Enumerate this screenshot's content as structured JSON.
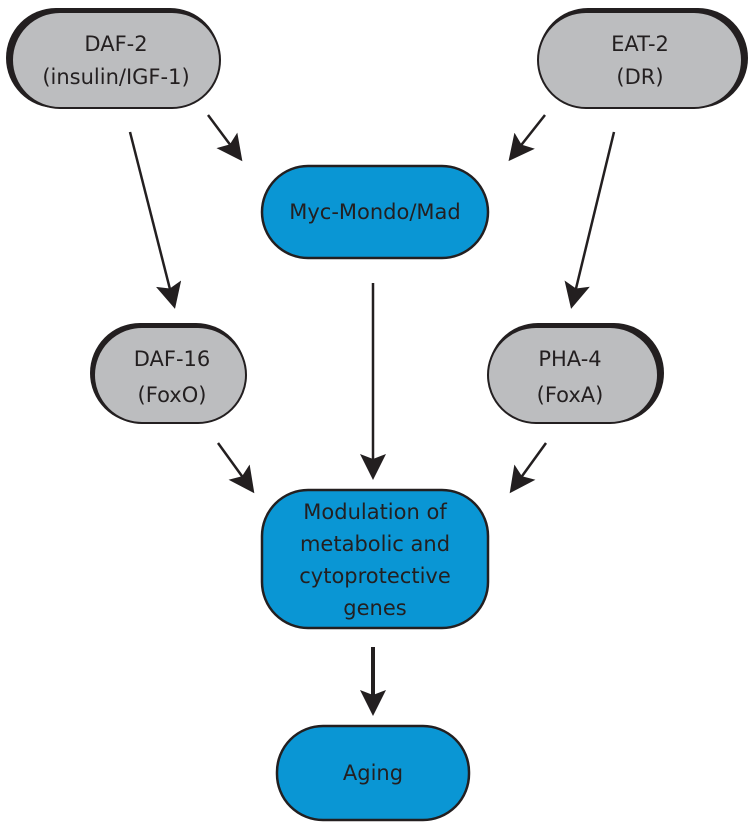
{
  "colors": {
    "gray_fill": "#bcbdbf",
    "blue_fill": "#0a96d4",
    "outline": "#231f20",
    "arrow": "#231f20"
  },
  "nodes": {
    "daf2": {
      "line1": "DAF-2",
      "line2": "(insulin/IGF-1)"
    },
    "eat2": {
      "line1": "EAT-2",
      "line2": "(DR)"
    },
    "myc": {
      "line1": "Myc-Mondo/Mad"
    },
    "daf16": {
      "line1": "DAF-16",
      "line2": "(FoxO)"
    },
    "pha4": {
      "line1": "PHA-4",
      "line2": "(FoxA)"
    },
    "modulation": {
      "line1": "Modulation of",
      "line2": "metabolic and",
      "line3": "cytoprotective",
      "line4": "genes"
    },
    "aging": {
      "line1": "Aging"
    }
  }
}
